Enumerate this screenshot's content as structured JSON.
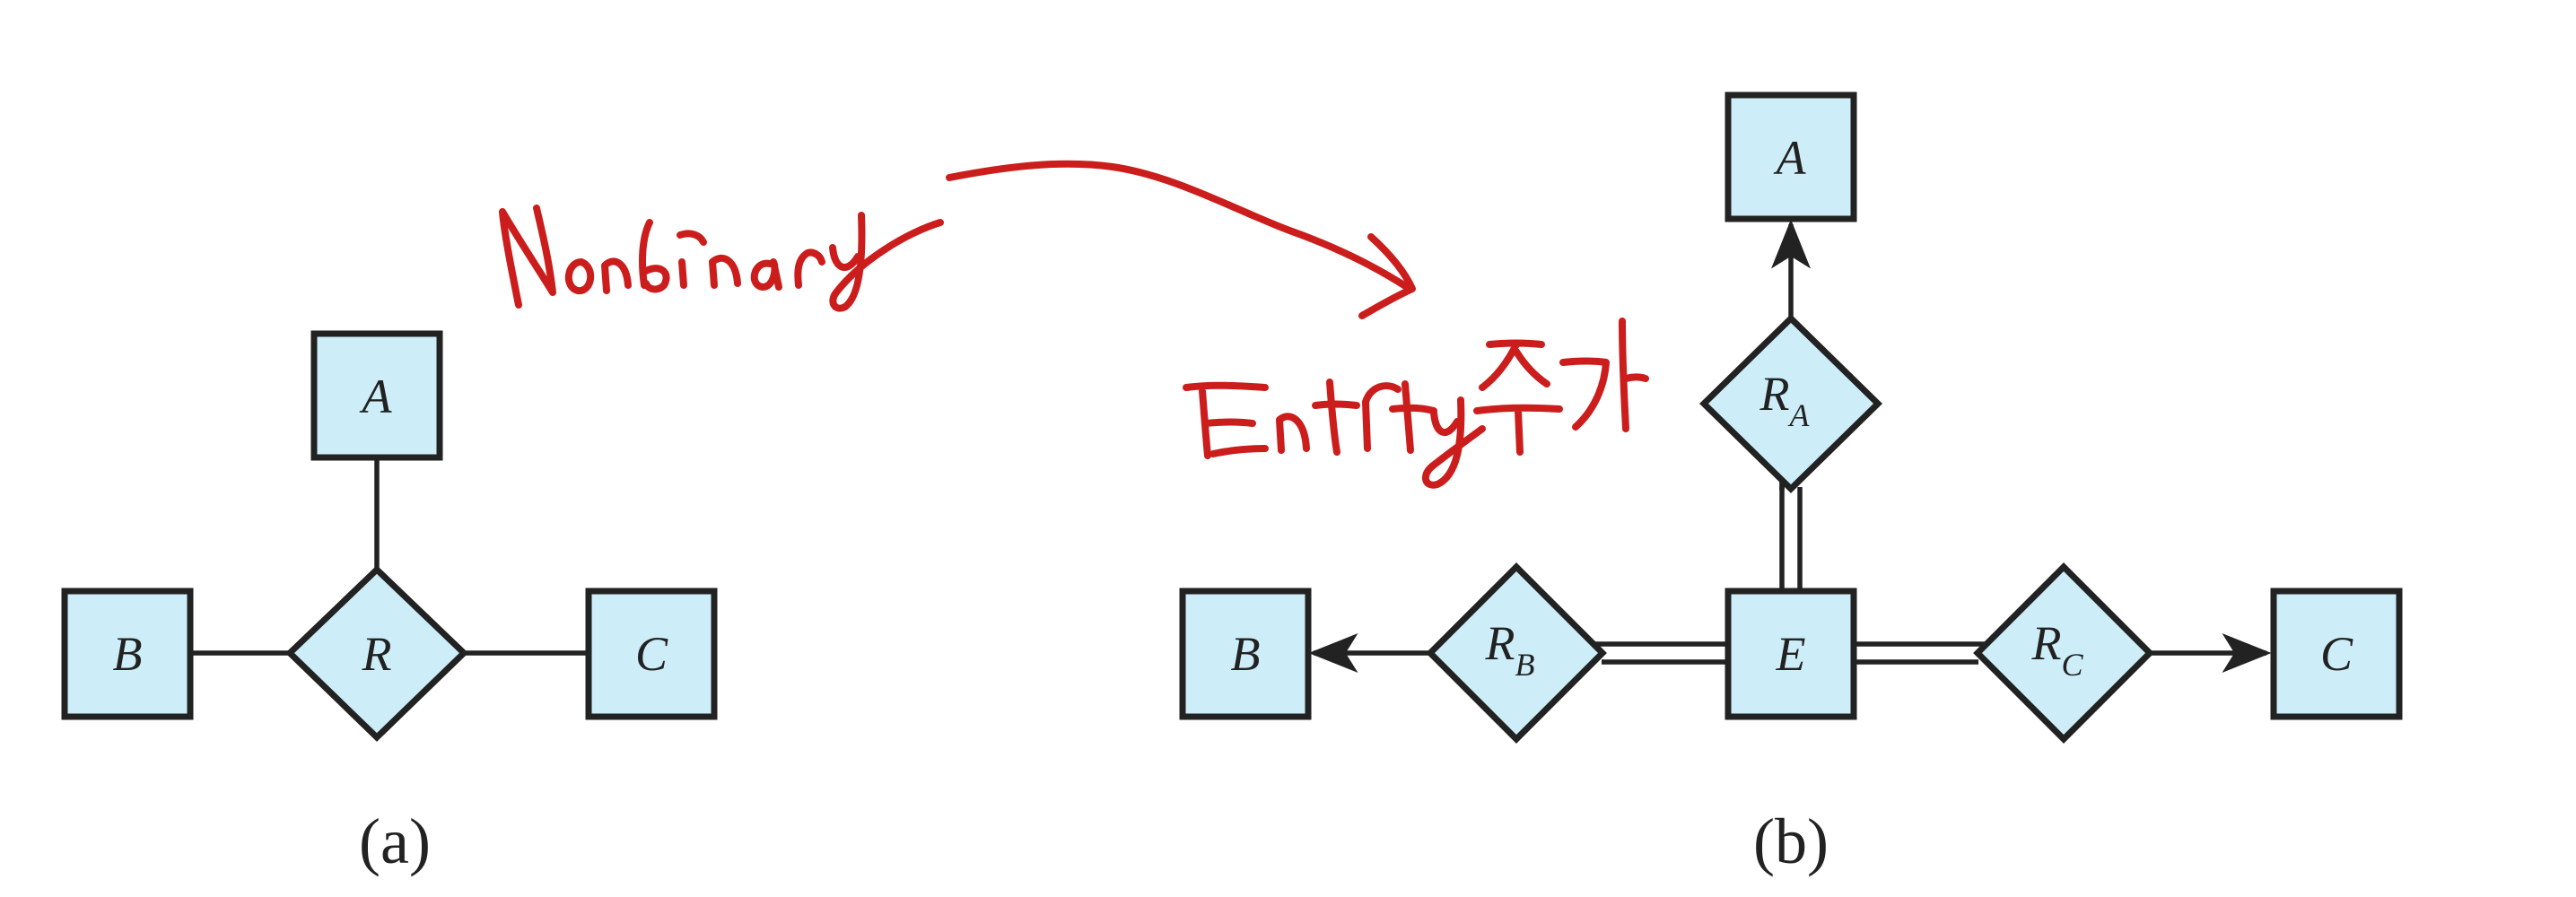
{
  "diagram_a": {
    "entities": [
      {
        "id": "A",
        "label": "A"
      },
      {
        "id": "B",
        "label": "B"
      },
      {
        "id": "C",
        "label": "C"
      }
    ],
    "relationship": {
      "label": "R"
    },
    "caption": "(a)"
  },
  "diagram_b": {
    "entities": [
      {
        "id": "A",
        "label": "A"
      },
      {
        "id": "B",
        "label": "B"
      },
      {
        "id": "C",
        "label": "C"
      },
      {
        "id": "E",
        "label": "E"
      }
    ],
    "relationships": [
      {
        "id": "RA",
        "base": "R",
        "sub": "A"
      },
      {
        "id": "RB",
        "base": "R",
        "sub": "B"
      },
      {
        "id": "RC",
        "base": "R",
        "sub": "C"
      }
    ],
    "caption": "(b)"
  },
  "annotations": {
    "top_note": "Nonbinary",
    "side_note": "Entity 추가",
    "ink_color": "#cc1d1d"
  },
  "colors": {
    "entity_fill": "#cdeef8",
    "stroke": "#222222"
  }
}
